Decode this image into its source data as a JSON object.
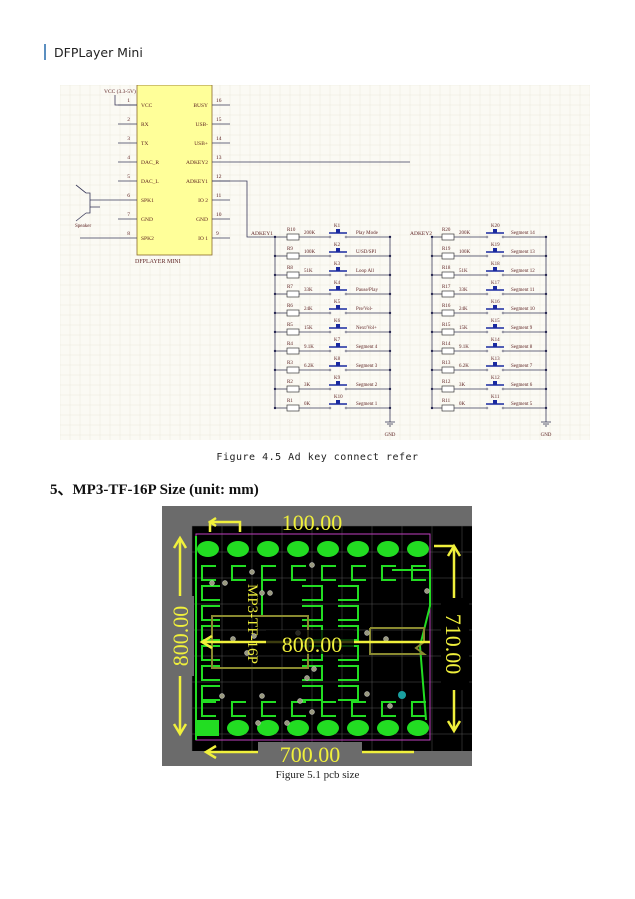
{
  "header": {
    "title": "DFPLayer Mini",
    "accent_color": "#5b8fc0"
  },
  "schematic": {
    "vcc_label": "VCC (3.3-5V)",
    "speaker_label": "Speaker",
    "chip_name": "DFPLAYER MINI",
    "left_pins": [
      {
        "num": "1",
        "name": "VCC"
      },
      {
        "num": "2",
        "name": "RX"
      },
      {
        "num": "3",
        "name": "TX"
      },
      {
        "num": "4",
        "name": "DAC_R"
      },
      {
        "num": "5",
        "name": "DAC_L"
      },
      {
        "num": "6",
        "name": "SPK1"
      },
      {
        "num": "7",
        "name": "GND"
      },
      {
        "num": "8",
        "name": "SPK2"
      }
    ],
    "right_pins": [
      {
        "num": "16",
        "name": "BUSY"
      },
      {
        "num": "15",
        "name": "USB-"
      },
      {
        "num": "14",
        "name": "USB+"
      },
      {
        "num": "13",
        "name": "ADKEY2"
      },
      {
        "num": "12",
        "name": "ADKEY1"
      },
      {
        "num": "11",
        "name": "IO 2"
      },
      {
        "num": "10",
        "name": "GND"
      },
      {
        "num": "9",
        "name": "IO 1"
      }
    ],
    "networks": [
      {
        "net": "ADKEY1",
        "gnd_label": "GND",
        "rows": [
          {
            "r": "R10",
            "val": "200K",
            "k": "K1",
            "fn": "Play Mode"
          },
          {
            "r": "R9",
            "val": "100K",
            "k": "K2",
            "fn": "U/SD/SPI"
          },
          {
            "r": "R8",
            "val": "51K",
            "k": "K3",
            "fn": "Loop All"
          },
          {
            "r": "R7",
            "val": "33K",
            "k": "K4",
            "fn": "Pause/Play"
          },
          {
            "r": "R6",
            "val": "24K",
            "k": "K5",
            "fn": "Pre/Vol-"
          },
          {
            "r": "R5",
            "val": "15K",
            "k": "K6",
            "fn": "Next/Vol+"
          },
          {
            "r": "R4",
            "val": "9.1K",
            "k": "K7",
            "fn": "Segment 4"
          },
          {
            "r": "R3",
            "val": "6.2K",
            "k": "K8",
            "fn": "Segment 3"
          },
          {
            "r": "R2",
            "val": "3K",
            "k": "K9",
            "fn": "Segment 2"
          },
          {
            "r": "R1",
            "val": "0K",
            "k": "K10",
            "fn": "Segment 1"
          }
        ]
      },
      {
        "net": "ADKEY2",
        "gnd_label": "GND",
        "rows": [
          {
            "r": "R20",
            "val": "200K",
            "k": "K20",
            "fn": "Segment 14"
          },
          {
            "r": "R19",
            "val": "100K",
            "k": "K19",
            "fn": "Segment 13"
          },
          {
            "r": "R18",
            "val": "51K",
            "k": "K18",
            "fn": "Segment 12"
          },
          {
            "r": "R17",
            "val": "33K",
            "k": "K17",
            "fn": "Segment 11"
          },
          {
            "r": "R16",
            "val": "24K",
            "k": "K16",
            "fn": "Segment 10"
          },
          {
            "r": "R15",
            "val": "15K",
            "k": "K15",
            "fn": "Segment 9"
          },
          {
            "r": "R14",
            "val": "9.1K",
            "k": "K14",
            "fn": "Segment 8"
          },
          {
            "r": "R13",
            "val": "6.2K",
            "k": "K13",
            "fn": "Segment 7"
          },
          {
            "r": "R12",
            "val": "3K",
            "k": "K12",
            "fn": "Segment 6"
          },
          {
            "r": "R11",
            "val": "0K",
            "k": "K11",
            "fn": "Segment 5"
          }
        ]
      }
    ]
  },
  "figure1_caption": "Figure 4.5 Ad key connect refer",
  "section_title": "5、MP3-TF-16P Size (unit: mm)",
  "pcb": {
    "dim_top": "100.00",
    "dim_left": "800.00",
    "dim_right": "710.00",
    "dim_bottom": "700.00",
    "dim_center": "800.00",
    "silk_label": "MP3-TF-16P",
    "colors": {
      "board": "#000000",
      "pad": "#22dd22",
      "dim": "#f0f03c",
      "outline": "#c040c0",
      "bg": "#6b6b6b"
    }
  },
  "figure2_caption": "Figure 5.1 pcb size"
}
